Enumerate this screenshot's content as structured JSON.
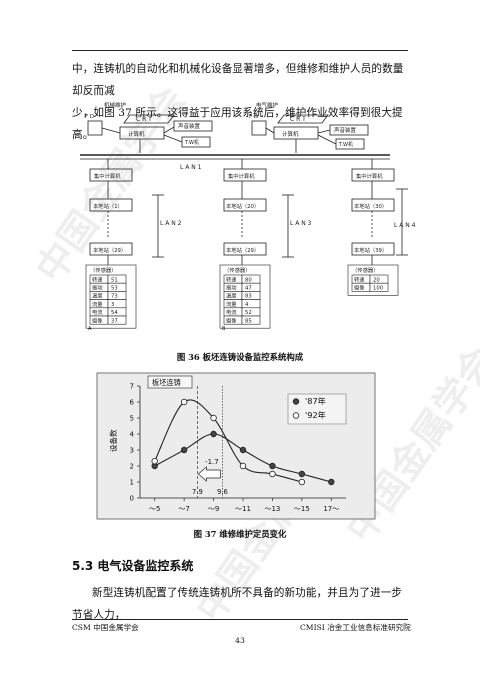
{
  "paragraph1": {
    "line1": "中，连铸机的自动化和机械化设备显著增多，但维修和维护人员的数量却反而减",
    "line2": "少，如图 37 所示。这得益于应用该系统后，维护作业效率得到很大提高。"
  },
  "figure36": {
    "caption": "图 36  板坯连铸设备监控系统构成",
    "left_block_label": "机械维护",
    "right_block_label": "电气维护",
    "fd": "F D",
    "crt": "C R T",
    "computer": "计算机",
    "sound_device": "声音装置",
    "typewriter": "T.W机",
    "lan1": "L A N 1",
    "lan2": "L A N 2",
    "lan3": "L A N 3",
    "lan4": "L A N 4",
    "central_computer": "集中计算机",
    "columns": [
      {
        "station_top": "本地站（1）",
        "station_bottom": "本地站（29）",
        "sensor_title": "（传感器）",
        "rows": [
          [
            "转速",
            "51"
          ],
          [
            "振动",
            "53"
          ],
          [
            "温度",
            "73"
          ],
          [
            "流量",
            "3"
          ],
          [
            "电流",
            "54"
          ],
          [
            "摄像",
            "37"
          ]
        ],
        "foot": "A"
      },
      {
        "station_top": "本地站（20）",
        "station_bottom": "本地站（29）",
        "sensor_title": "（传感器）",
        "rows": [
          [
            "转速",
            "80"
          ],
          [
            "振动",
            "47"
          ],
          [
            "温度",
            "83"
          ],
          [
            "流量",
            "4"
          ],
          [
            "电流",
            "52"
          ],
          [
            "摄像",
            "85"
          ]
        ],
        "foot": "B"
      },
      {
        "station_top": "本地站（30）",
        "station_bottom": "本地站（39）",
        "sensor_title": "（传感器）",
        "rows": [
          [
            "转速",
            "20"
          ],
          [
            "摄像",
            "100"
          ]
        ],
        "foot": ""
      }
    ]
  },
  "figure37": {
    "caption": "图 37  维修维护定员变化",
    "box_label": "板坯连铸",
    "legend": [
      {
        "marker": "filled",
        "label": "'87年"
      },
      {
        "marker": "open",
        "label": "'92年"
      }
    ],
    "shift_label": "-1.7",
    "vline_labels": [
      "7.9",
      "9.6"
    ],
    "chart_data": {
      "type": "line",
      "ylabel": "设备数",
      "ylim": [
        0,
        7
      ],
      "yticks": [
        "0",
        "1",
        "2",
        "3",
        "4",
        "5",
        "6",
        "7"
      ],
      "categories": [
        "～5",
        "～7",
        "～9",
        "～11",
        "～13",
        "～15",
        "17～"
      ],
      "series": [
        {
          "name": "'87年",
          "marker": "filled",
          "x": [
            1,
            2,
            3,
            4,
            5,
            6,
            7
          ],
          "values": [
            2,
            3,
            4,
            3,
            2,
            1.5,
            1
          ]
        },
        {
          "name": "'92年",
          "marker": "open",
          "x": [
            1,
            2,
            3,
            4,
            5,
            6
          ],
          "values": [
            2.3,
            6,
            5,
            2,
            1.5,
            1
          ]
        }
      ],
      "vlines": [
        7.9,
        9.6
      ]
    }
  },
  "section": {
    "heading": "5.3  电气设备监控系统",
    "text": "新型连铸机配置了传统连铸机所不具备的新功能，并且为了进一步节省人力，"
  },
  "footer": {
    "left": "CSM 中国金属学会",
    "right": "CMISI 冶金工业信息标准研究院",
    "page": "43"
  },
  "watermark": "中国金属学会"
}
